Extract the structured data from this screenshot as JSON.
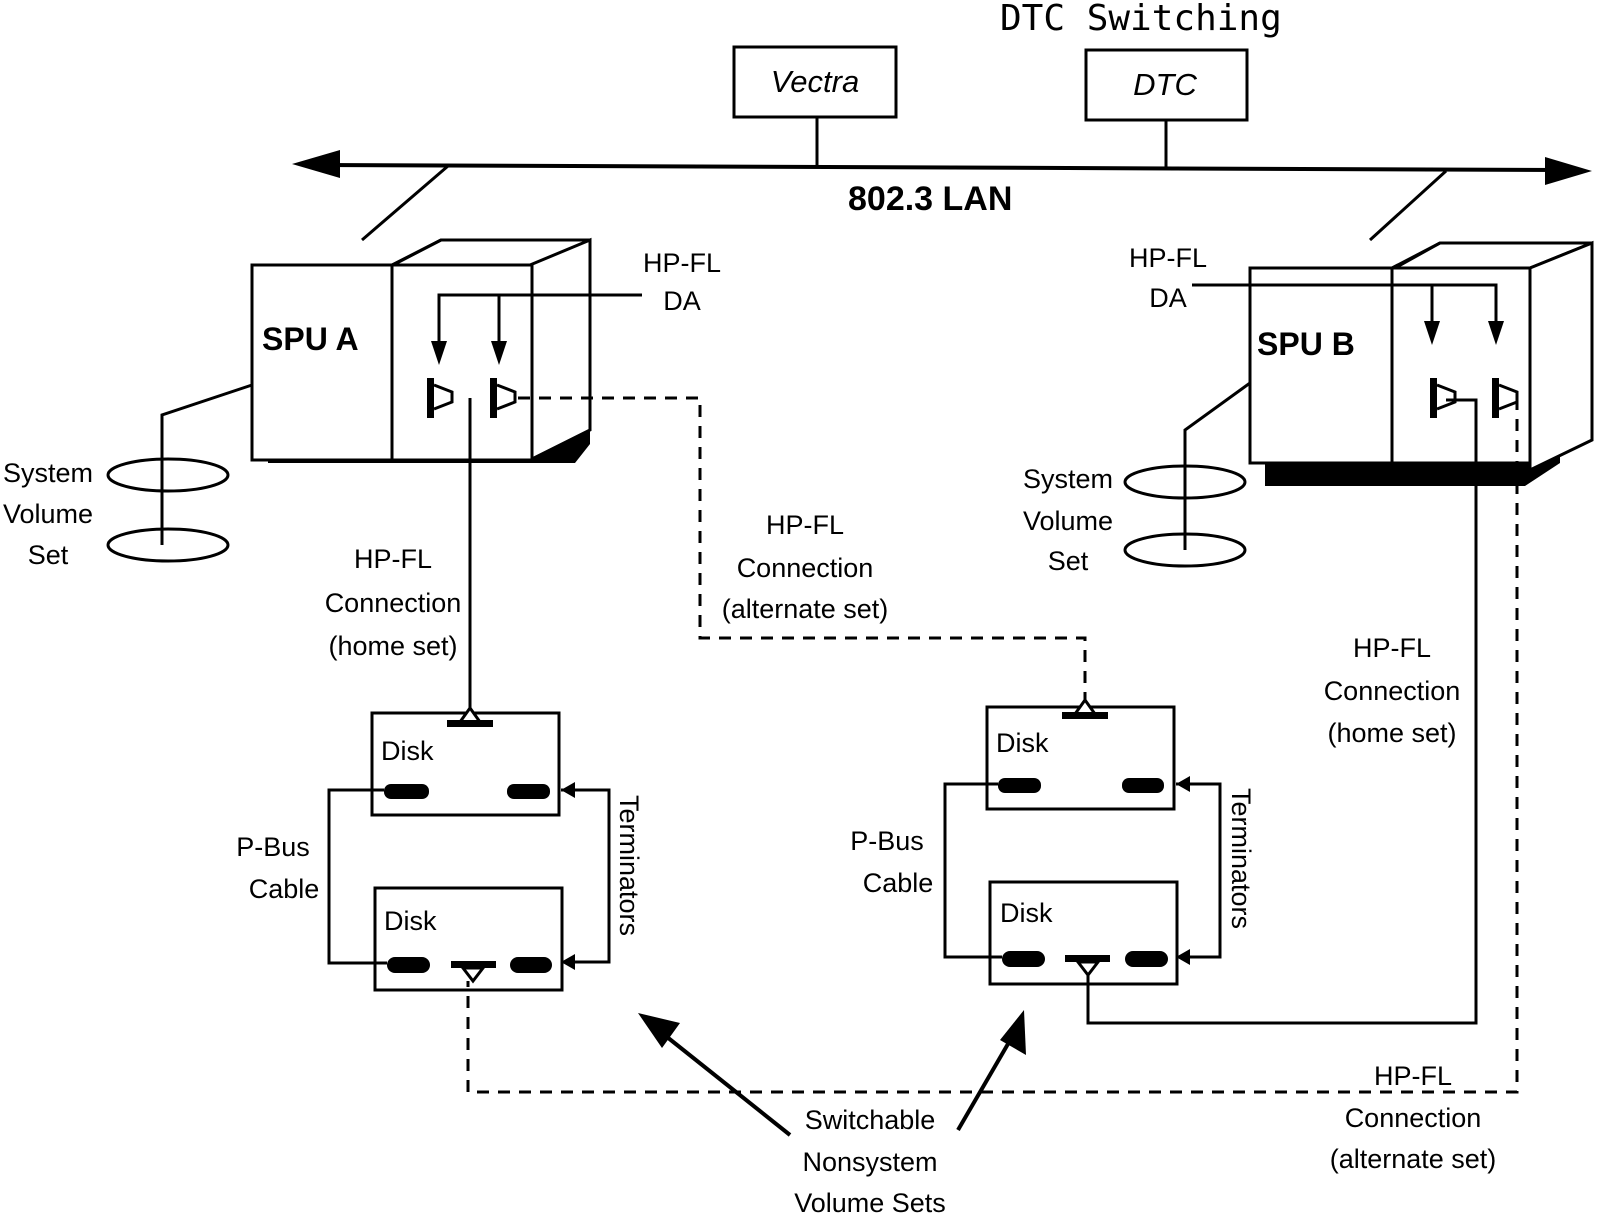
{
  "title": "DTC Switching",
  "lan": {
    "label": "802.3 LAN",
    "nodes": [
      "Vectra",
      "DTC"
    ]
  },
  "spus": [
    {
      "label": "SPU A",
      "da_label": [
        "HP-FL",
        "DA"
      ],
      "system_volume_set": [
        "System",
        "Volume",
        "Set"
      ]
    },
    {
      "label": "SPU B",
      "da_label": [
        "HP-FL",
        "DA"
      ],
      "system_volume_set": [
        "System",
        "Volume",
        "Set"
      ]
    }
  ],
  "connections": {
    "left_home": [
      "HP-FL",
      "Connection",
      "(home set)"
    ],
    "left_alternate": [
      "HP-FL",
      "Connection",
      "(alternate set)"
    ],
    "right_home": [
      "HP-FL",
      "Connection",
      "(home set)"
    ],
    "right_alternate": [
      "HP-FL",
      "Connection",
      "(alternate set)"
    ]
  },
  "disk_label": "Disk",
  "pbus_label": [
    "P-Bus",
    "Cable"
  ],
  "terminators_label": "Terminators",
  "switchable_label": [
    "Switchable",
    "Nonsystem",
    "Volume Sets"
  ]
}
